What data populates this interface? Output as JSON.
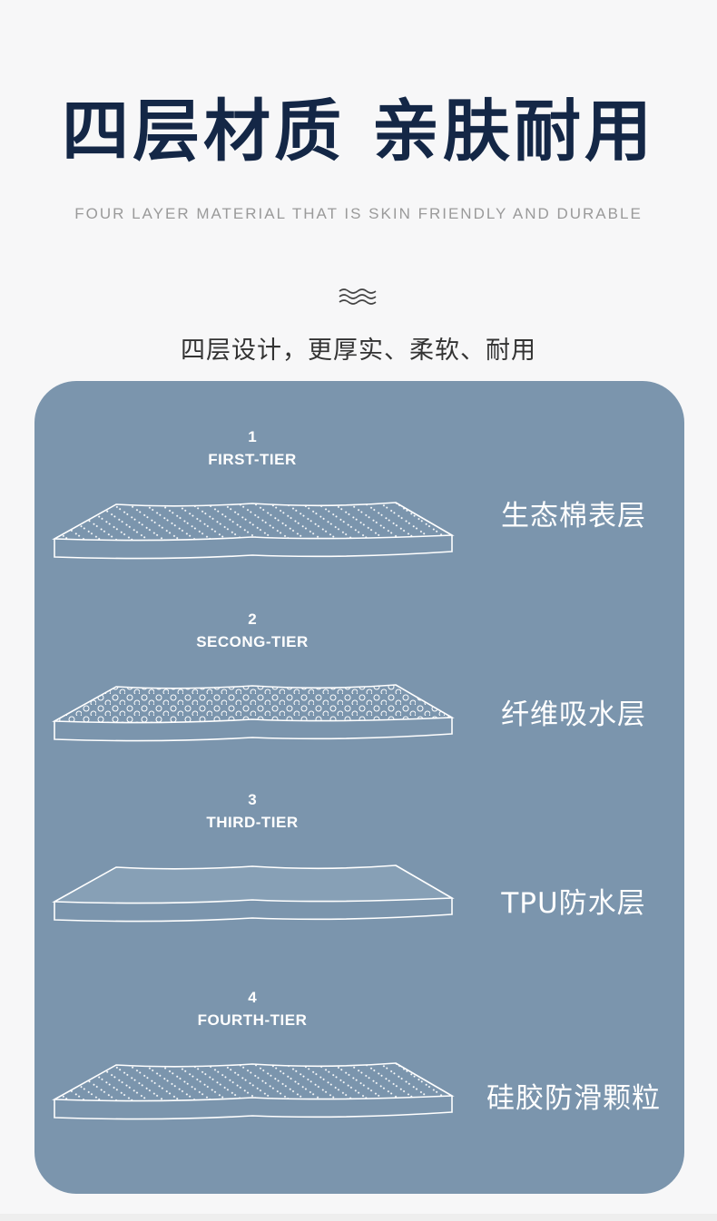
{
  "header": {
    "title": "四层材质 亲肤耐用",
    "subtitle_en": "FOUR LAYER MATERIAL THAT IS SKIN FRIENDLY AND DURABLE",
    "tagline": "四层设计，更厚实、柔软、耐用"
  },
  "colors": {
    "title": "#142746",
    "panel": "#7b95ad",
    "line": "#ffffff"
  },
  "tiers": [
    {
      "number": "1",
      "name": "FIRST-TIER",
      "label": "生态棉表层",
      "pattern": "diagonal-dots"
    },
    {
      "number": "2",
      "name": "SECONG-TIER",
      "label": "纤维吸水层",
      "pattern": "circles"
    },
    {
      "number": "3",
      "name": "THIRD-TIER",
      "label": "TPU防水层",
      "pattern": "plain"
    },
    {
      "number": "4",
      "name": "FOURTH-TIER",
      "label": "硅胶防滑颗粒",
      "pattern": "diagonal-dots"
    }
  ]
}
